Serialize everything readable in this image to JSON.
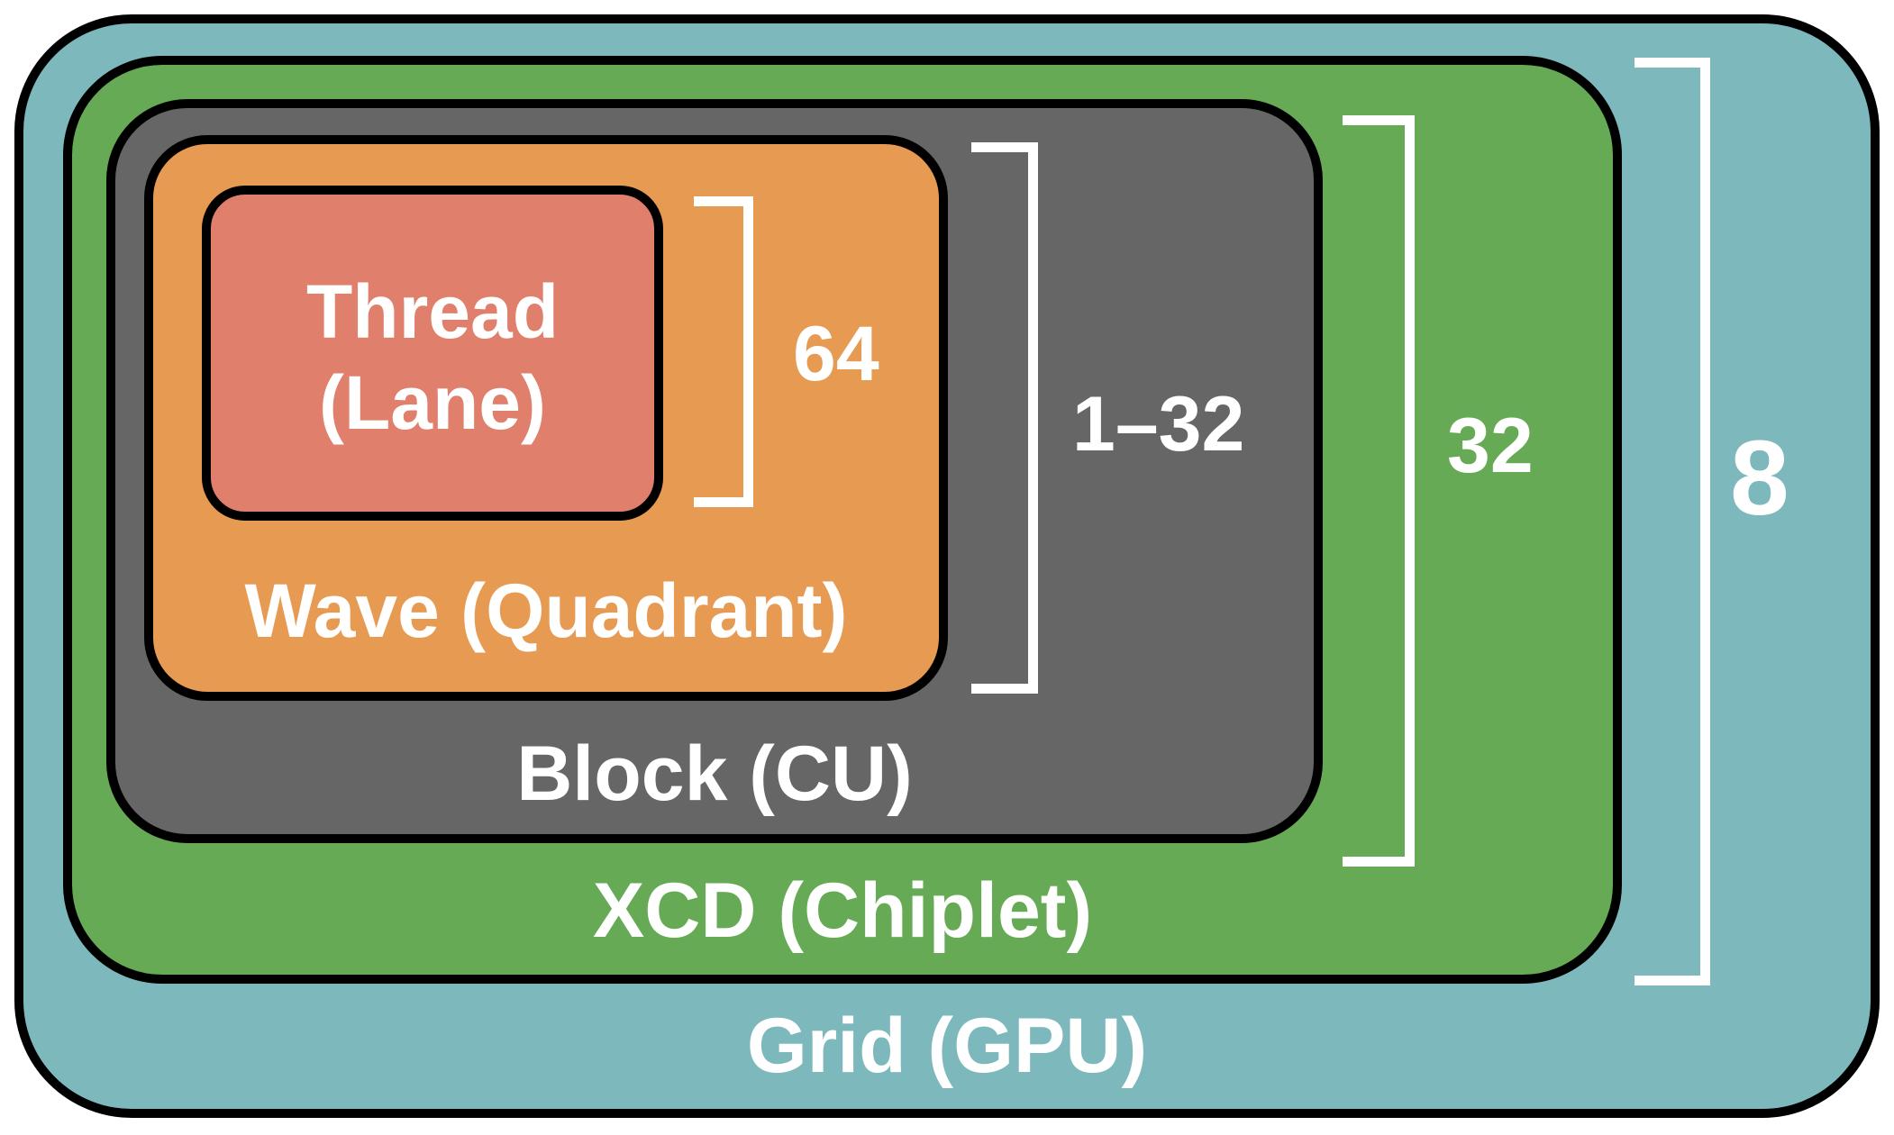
{
  "diagram": {
    "levels": {
      "grid": {
        "label": "Grid (GPU)",
        "color": "#7db8bd",
        "count": "8"
      },
      "xcd": {
        "label": "XCD (Chiplet)",
        "color": "#66aa55",
        "count": "32"
      },
      "block": {
        "label": "Block (CU)",
        "color": "#666666",
        "count": "1–32"
      },
      "wave": {
        "label": "Wave (Quadrant)",
        "color": "#e69a52",
        "count": "64"
      },
      "thread": {
        "label_line1": "Thread",
        "label_line2": "(Lane)",
        "color": "#e07f6c"
      }
    },
    "outline_color": "#000000",
    "text_color": "#ffffff"
  }
}
